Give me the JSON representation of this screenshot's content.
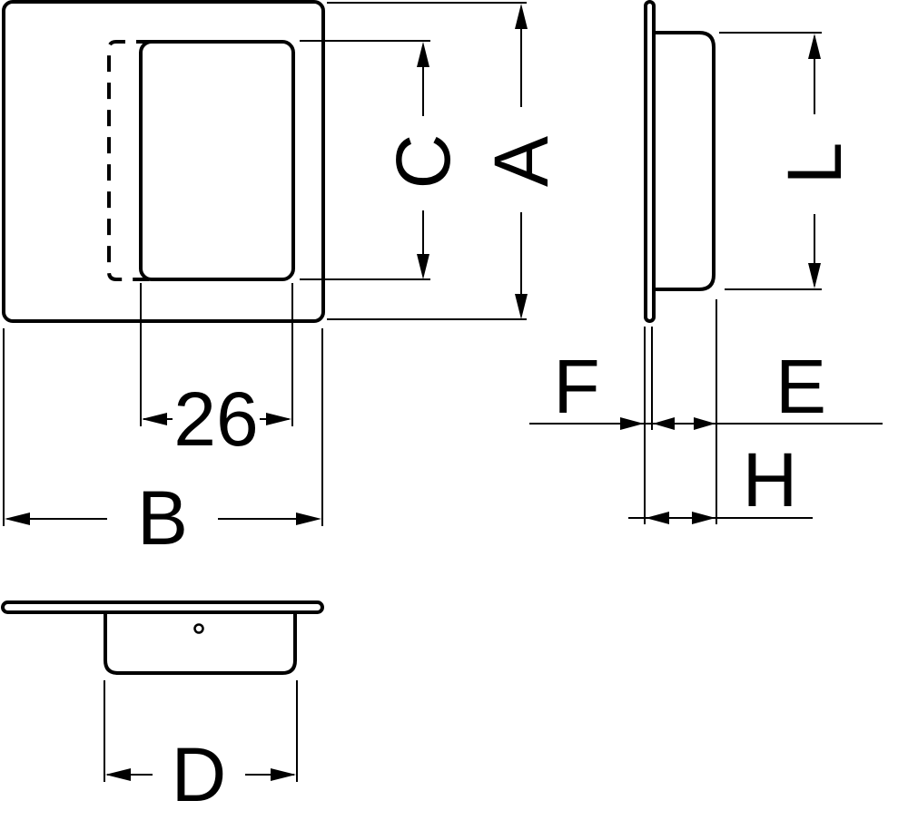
{
  "labels": {
    "a": "A",
    "b": "B",
    "c": "C",
    "d": "D",
    "e": "E",
    "f": "F",
    "h": "H",
    "l": "L",
    "inner_width": "26"
  }
}
